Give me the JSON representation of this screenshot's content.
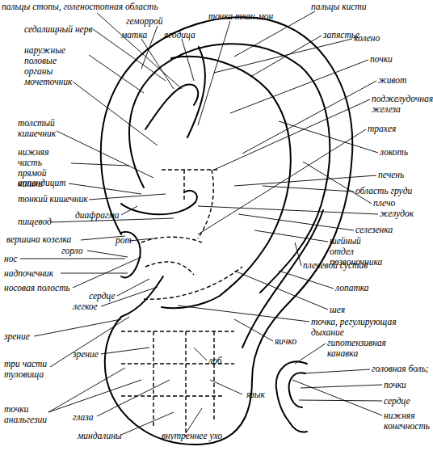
{
  "diagram": {
    "labels": [
      "пальцы стопы, голеностопная область",
      "точка тхан-мон",
      "пальцы кисти",
      "геморрой",
      "матка",
      "ягодица",
      "седалищный нерв",
      "запястье",
      "колено",
      "наружные половые органы",
      "почки",
      "мочеточник",
      "живот",
      "поджелудочная железа",
      "толстый кишечник",
      "трахея",
      "нижняя часть прямой кишки",
      "локоть",
      "печень",
      "аппендицит",
      "область груди",
      "тонкий кишечник",
      "плечо",
      "желудок",
      "диафрагма",
      "пищевод",
      "селезенка",
      "рот",
      "вершина козелка",
      "шейный отдел позвоночника",
      "горло",
      "нос",
      "надпочечник",
      "плечевой сустав",
      "носовая полость",
      "сердце",
      "легкое",
      "лопатка",
      "шея",
      "точка, регулирующая дыхание",
      "зрение",
      "яичко",
      "гипотензивная канавка",
      "зрение",
      "три части туловища",
      "лоб",
      "головная боль;",
      "почки",
      "сердце",
      "язык",
      "точки анальгезии",
      "глаза",
      "нижняя конечность",
      "миндалины",
      "внутреннее ухо"
    ]
  }
}
